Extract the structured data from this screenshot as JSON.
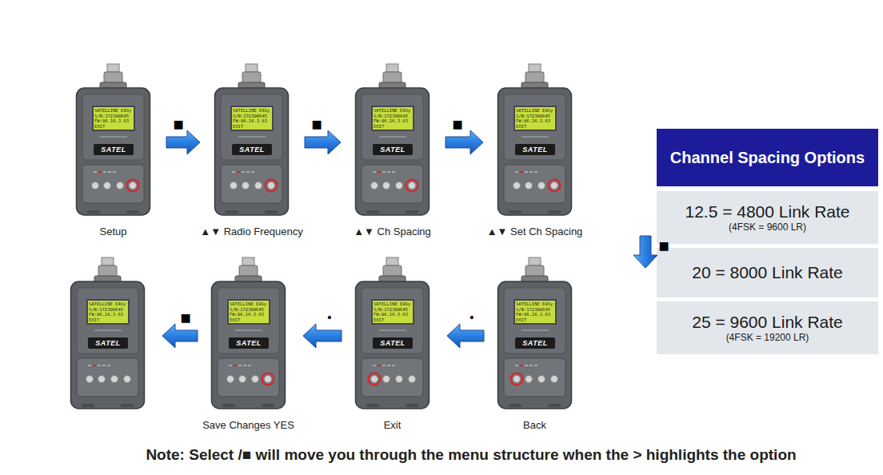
{
  "diagram": {
    "nodes": [
      {
        "text": [
          "SATELLINE EASy S/N:172300645 FW:06.16.3.63 EXIT",
          "SATEL",
          "Setup"
        ]
      },
      {
        "text": [
          "SATELLINE EASy S/N:172300645 FW:06.16.3.63 EXIT",
          "SATEL",
          "▲▼ Radio Frequency"
        ]
      },
      {
        "text": [
          "SATELLINE EASy S/N:172300645 FW:06.16.3.63 EXIT",
          "SATEL",
          "▲▼ Ch Spacing"
        ]
      },
      {
        "text": [
          "SATELLINE EASy S/N:172300645 FW:06.16.3.63 EXIT",
          "SATEL",
          "▲▼ Set Ch Spacing"
        ]
      },
      {
        "text": [
          "SATELLINE EASy S/N:172300645 FW:06.16.3.63 EXIT",
          "SATEL",
          "Back"
        ]
      },
      {
        "text": [
          "SATELLINE EASy S/N:172300645 FW:06.16.3.63 EXIT",
          "SATEL",
          "Exit"
        ]
      },
      {
        "text": [
          "SATELLINE EASy S/N:172300645 FW:06.16.3.63 EXIT",
          "SATEL",
          "Save Changes YES"
        ]
      },
      {
        "text": [
          "SATELLINE EASy S/N:172300645 FW:06.16.3.63 EXIT",
          "SATEL"
        ]
      },
      {
        "text": [
          "Channel Spacing Options"
        ]
      },
      {
        "text": [
          "12.5 = 4800 Link Rate",
          "(4FSK = 9600 LR)"
        ]
      },
      {
        "text": [
          "20 = 8000 Link Rate"
        ]
      },
      {
        "text": [
          "25 = 9600 Link Rate",
          "(4FSK = 19200 LR)"
        ]
      }
    ],
    "edges": [
      {
        "from": 0,
        "to": 1,
        "arrow": "to",
        "label": "■"
      },
      {
        "from": 1,
        "to": 2,
        "arrow": "to",
        "label": "■"
      },
      {
        "from": 2,
        "to": 3,
        "arrow": "to",
        "label": "■"
      },
      {
        "from": 3,
        "to": 4,
        "arrow": "to",
        "label": "■"
      },
      {
        "from": 4,
        "to": 5,
        "arrow": "to",
        "label": "•"
      },
      {
        "from": 5,
        "to": 6,
        "arrow": "to",
        "label": "•"
      },
      {
        "from": 6,
        "to": 7,
        "arrow": "to",
        "label": "■"
      }
    ],
    "labels": [
      "Note: Select /■ will move you through the menu structure when the > highlights the option"
    ]
  }
}
